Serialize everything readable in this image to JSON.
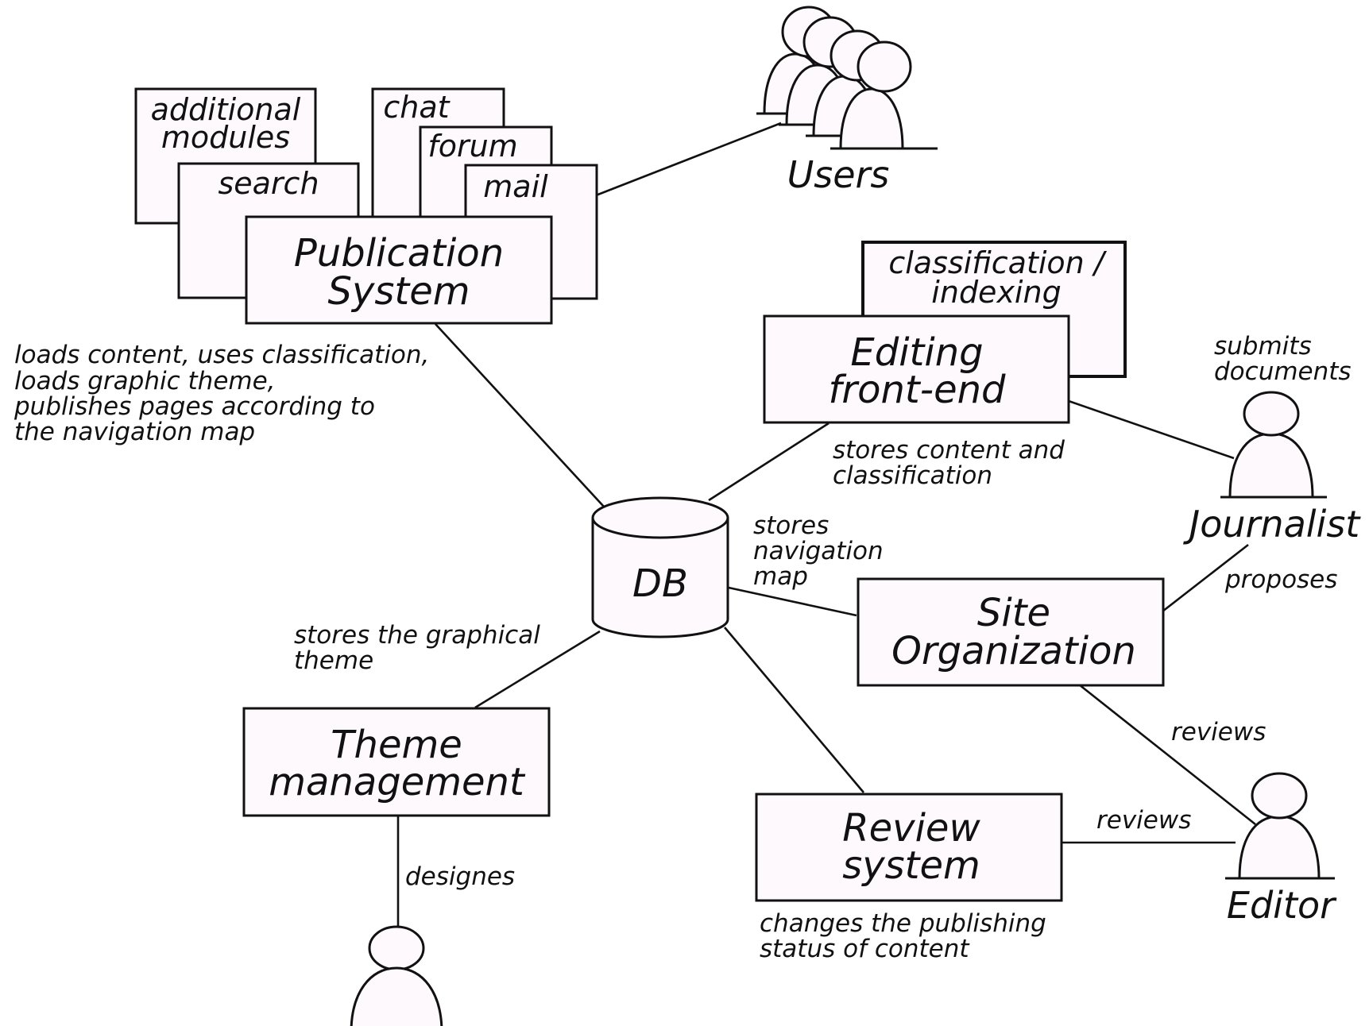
{
  "diagram": {
    "components": {
      "publication_system": [
        "Publication",
        "System"
      ],
      "editing_frontend": [
        "Editing",
        "front-end"
      ],
      "site_organization": [
        "Site",
        "Organization"
      ],
      "theme_management": [
        "Theme",
        "management"
      ],
      "review_system": [
        "Review",
        "system"
      ],
      "db": "DB"
    },
    "modules": {
      "additional_modules": [
        "additional",
        "modules"
      ],
      "search": "search",
      "chat": "chat",
      "forum": "forum",
      "mail": "mail",
      "classification_indexing": [
        "classification /",
        "indexing"
      ]
    },
    "actors": {
      "users": "Users",
      "journalist": "Journalist",
      "editor": "Editor"
    },
    "annotations": {
      "publication_loads": [
        "loads content, uses classification,",
        "loads graphic theme,",
        "publishes pages according to",
        "the navigation map"
      ],
      "editing_stores": [
        "stores content and",
        "classification"
      ],
      "site_stores": [
        "stores",
        "navigation",
        "map"
      ],
      "theme_stores": [
        "stores the graphical",
        "theme"
      ],
      "review_changes": [
        "changes the publishing",
        "status of content"
      ],
      "journalist_submits": [
        "submits",
        "documents"
      ],
      "journalist_proposes": "proposes",
      "editor_reviews_site": "reviews",
      "editor_reviews_review": "reviews",
      "designer_designes": "designes"
    }
  }
}
